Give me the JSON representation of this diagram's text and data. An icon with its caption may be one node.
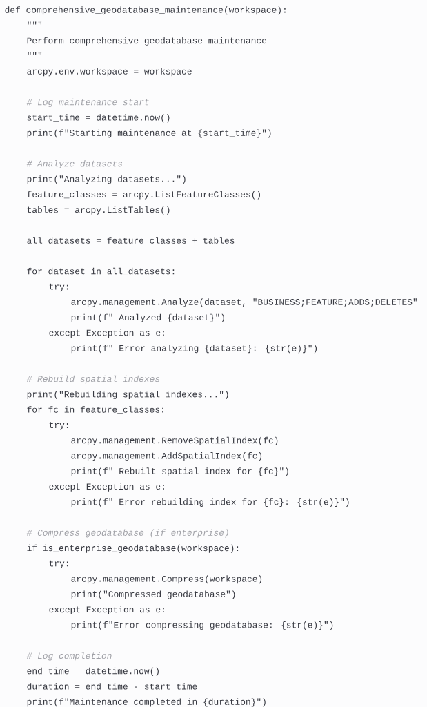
{
  "diagram": {
    "labels": [
      "def comprehensive_geodatabase_maintenance(workspace):",
      "\"\"\"",
      "Perform comprehensive geodatabase maintenance",
      "\"\"\"",
      "arcpy.env.workspace = workspace",
      "# Log maintenance start",
      "start_time = datetime.now()",
      "print(f\"Starting maintenance at {start_time}\")",
      "# Analyze datasets",
      "print(\"Analyzing datasets...\")",
      "feature_classes = arcpy.ListFeatureClasses()",
      "tables = arcpy.ListTables()",
      "all_datasets = feature_classes + tables",
      "for dataset in all_datasets:",
      "try:",
      "arcpy.management.Analyze(dataset, \"BUSINESS;FEATURE;ADDS;DELETES\"",
      "print(f\"  Analyzed {dataset}\")",
      "except Exception as e:",
      "print(f\"  Error analyzing {dataset}: {str(e)}\")",
      "# Rebuild spatial indexes",
      "print(\"Rebuilding spatial indexes...\")",
      "for fc in feature_classes:",
      "try:",
      "arcpy.management.RemoveSpatialIndex(fc)",
      "arcpy.management.AddSpatialIndex(fc)",
      "print(f\"  Rebuilt spatial index for {fc}\")",
      "except Exception as e:",
      "print(f\"  Error rebuilding index for {fc}: {str(e)}\")",
      "# Compress geodatabase (if enterprise)",
      "if is_enterprise_geodatabase(workspace):",
      "try:",
      "arcpy.management.Compress(workspace)",
      "print(\"Compressed geodatabase\")",
      "except Exception as e:",
      "print(f\"Error compressing geodatabase: {str(e)}\")",
      "# Log completion",
      "end_time = datetime.now()",
      "duration = end_time - start_time",
      "print(f\"Maintenance completed in {duration}\")"
    ]
  }
}
